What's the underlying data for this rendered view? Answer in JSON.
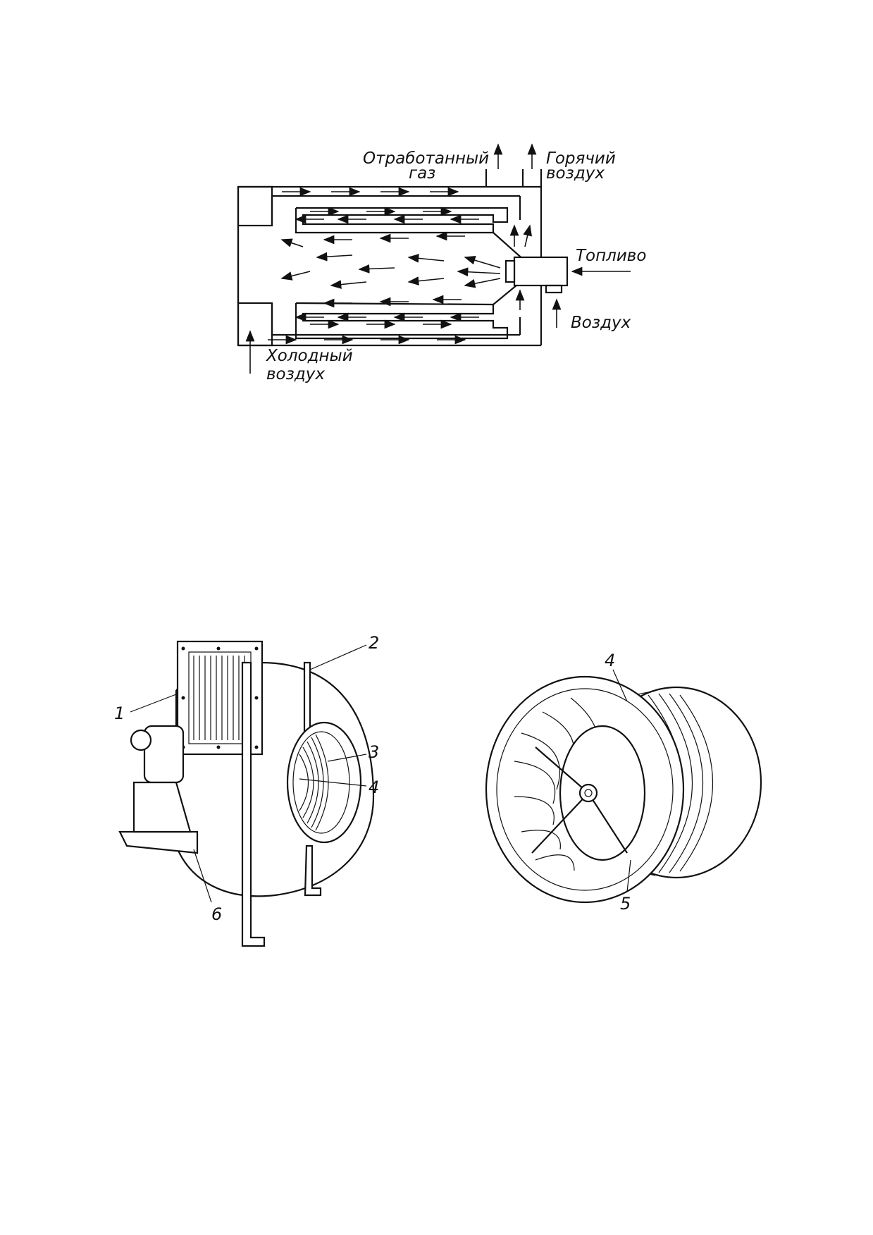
{
  "heater_diagram": {
    "labels": {
      "exhaust_gas_line1": "Отработанный",
      "exhaust_gas_line2": "газ",
      "hot_air_line1": "Горячий",
      "hot_air_line2": "воздух",
      "fuel": "Топливо",
      "air": "Воздух",
      "cold_air_line1": "Холодный",
      "cold_air_line2": "воздух"
    }
  },
  "fan_figure": {
    "callouts": {
      "c1": "1",
      "c2": "2",
      "c3": "3",
      "c4": "4",
      "c6": "6"
    }
  },
  "impeller_figure": {
    "callouts": {
      "c4": "4",
      "c5": "5"
    }
  },
  "colors": {
    "ink": "#111111",
    "paper": "#ffffff"
  }
}
